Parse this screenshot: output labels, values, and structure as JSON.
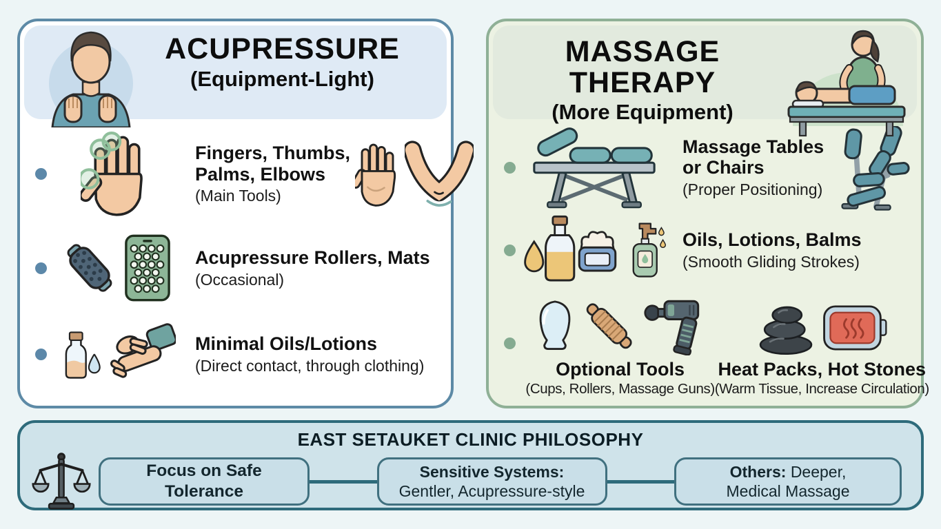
{
  "colors": {
    "page_bg": "#edf5f6",
    "acupressure_border": "#5d8aa6",
    "acupressure_header_bg": "#dfeaf5",
    "acupressure_bullet": "#5c88a9",
    "massage_border": "#8fb096",
    "massage_body_bg": "#ecf2e3",
    "massage_header_bg": "#e2eade",
    "massage_bullet": "#85ab91",
    "philosophy_bg": "#cfe3ea",
    "philosophy_border": "#2e6b7b",
    "philosophy_box_bg": "#c9dfe8",
    "text": "#111111"
  },
  "acupressure_panel": {
    "title": "ACUPRESSURE",
    "subtitle": "(Equipment-Light)",
    "header_icon": "person-self-acupressure-icon",
    "items": [
      {
        "label": "Fingers, Thumbs, Palms, Elbows",
        "note": "(Main Tools)",
        "icons": [
          "hand-pressure-points-icon",
          "open-palm-icon",
          "elbow-icon"
        ]
      },
      {
        "label": "Acupressure Rollers, Mats",
        "note": "(Occasional)",
        "icons": [
          "acupressure-roller-icon",
          "acupressure-mat-icon"
        ]
      },
      {
        "label": "Minimal Oils/Lotions",
        "note": "(Direct contact, through clothing)",
        "icons": [
          "oil-bottle-drop-icon",
          "hands-contact-icon"
        ]
      }
    ]
  },
  "massage_panel": {
    "title": "MASSAGE THERAPY",
    "subtitle": "(More Equipment)",
    "header_icon": "massage-therapist-table-scene-icon",
    "items": [
      {
        "label": "Massage Tables or Chairs",
        "note": "(Proper Positioning)",
        "icons": [
          "massage-table-icon",
          "massage-chair-icon"
        ]
      },
      {
        "label": "Oils, Lotions, Balms",
        "note": "(Smooth Gliding Strokes)",
        "icons": [
          "oil-droplet-icon",
          "oil-bottle-icon",
          "cream-jar-icon",
          "lotion-pump-bottle-icon"
        ]
      }
    ],
    "tool_groups": [
      {
        "label": "Optional Tools",
        "note": "(Cups, Rollers, Massage Guns)",
        "icons": [
          "cupping-cup-icon",
          "wooden-roller-icon",
          "massage-gun-icon"
        ]
      },
      {
        "label": "Heat Packs, Hot Stones",
        "note": "(Warm Tissue, Increase Circulation)",
        "icons": [
          "hot-stones-icon",
          "heat-pack-icon"
        ]
      }
    ]
  },
  "philosophy": {
    "title": "EAST SETAUKET CLINIC PHILOSOPHY",
    "icon": "balance-scales-icon",
    "boxes": [
      {
        "bold": "Focus on Safe Tolerance"
      },
      {
        "bold": "Sensitive Systems:",
        "rest": "Gentler, Acupressure-style"
      },
      {
        "bold": "Others:",
        "rest1": "Deeper,",
        "rest2": "Medical Massage"
      }
    ]
  }
}
